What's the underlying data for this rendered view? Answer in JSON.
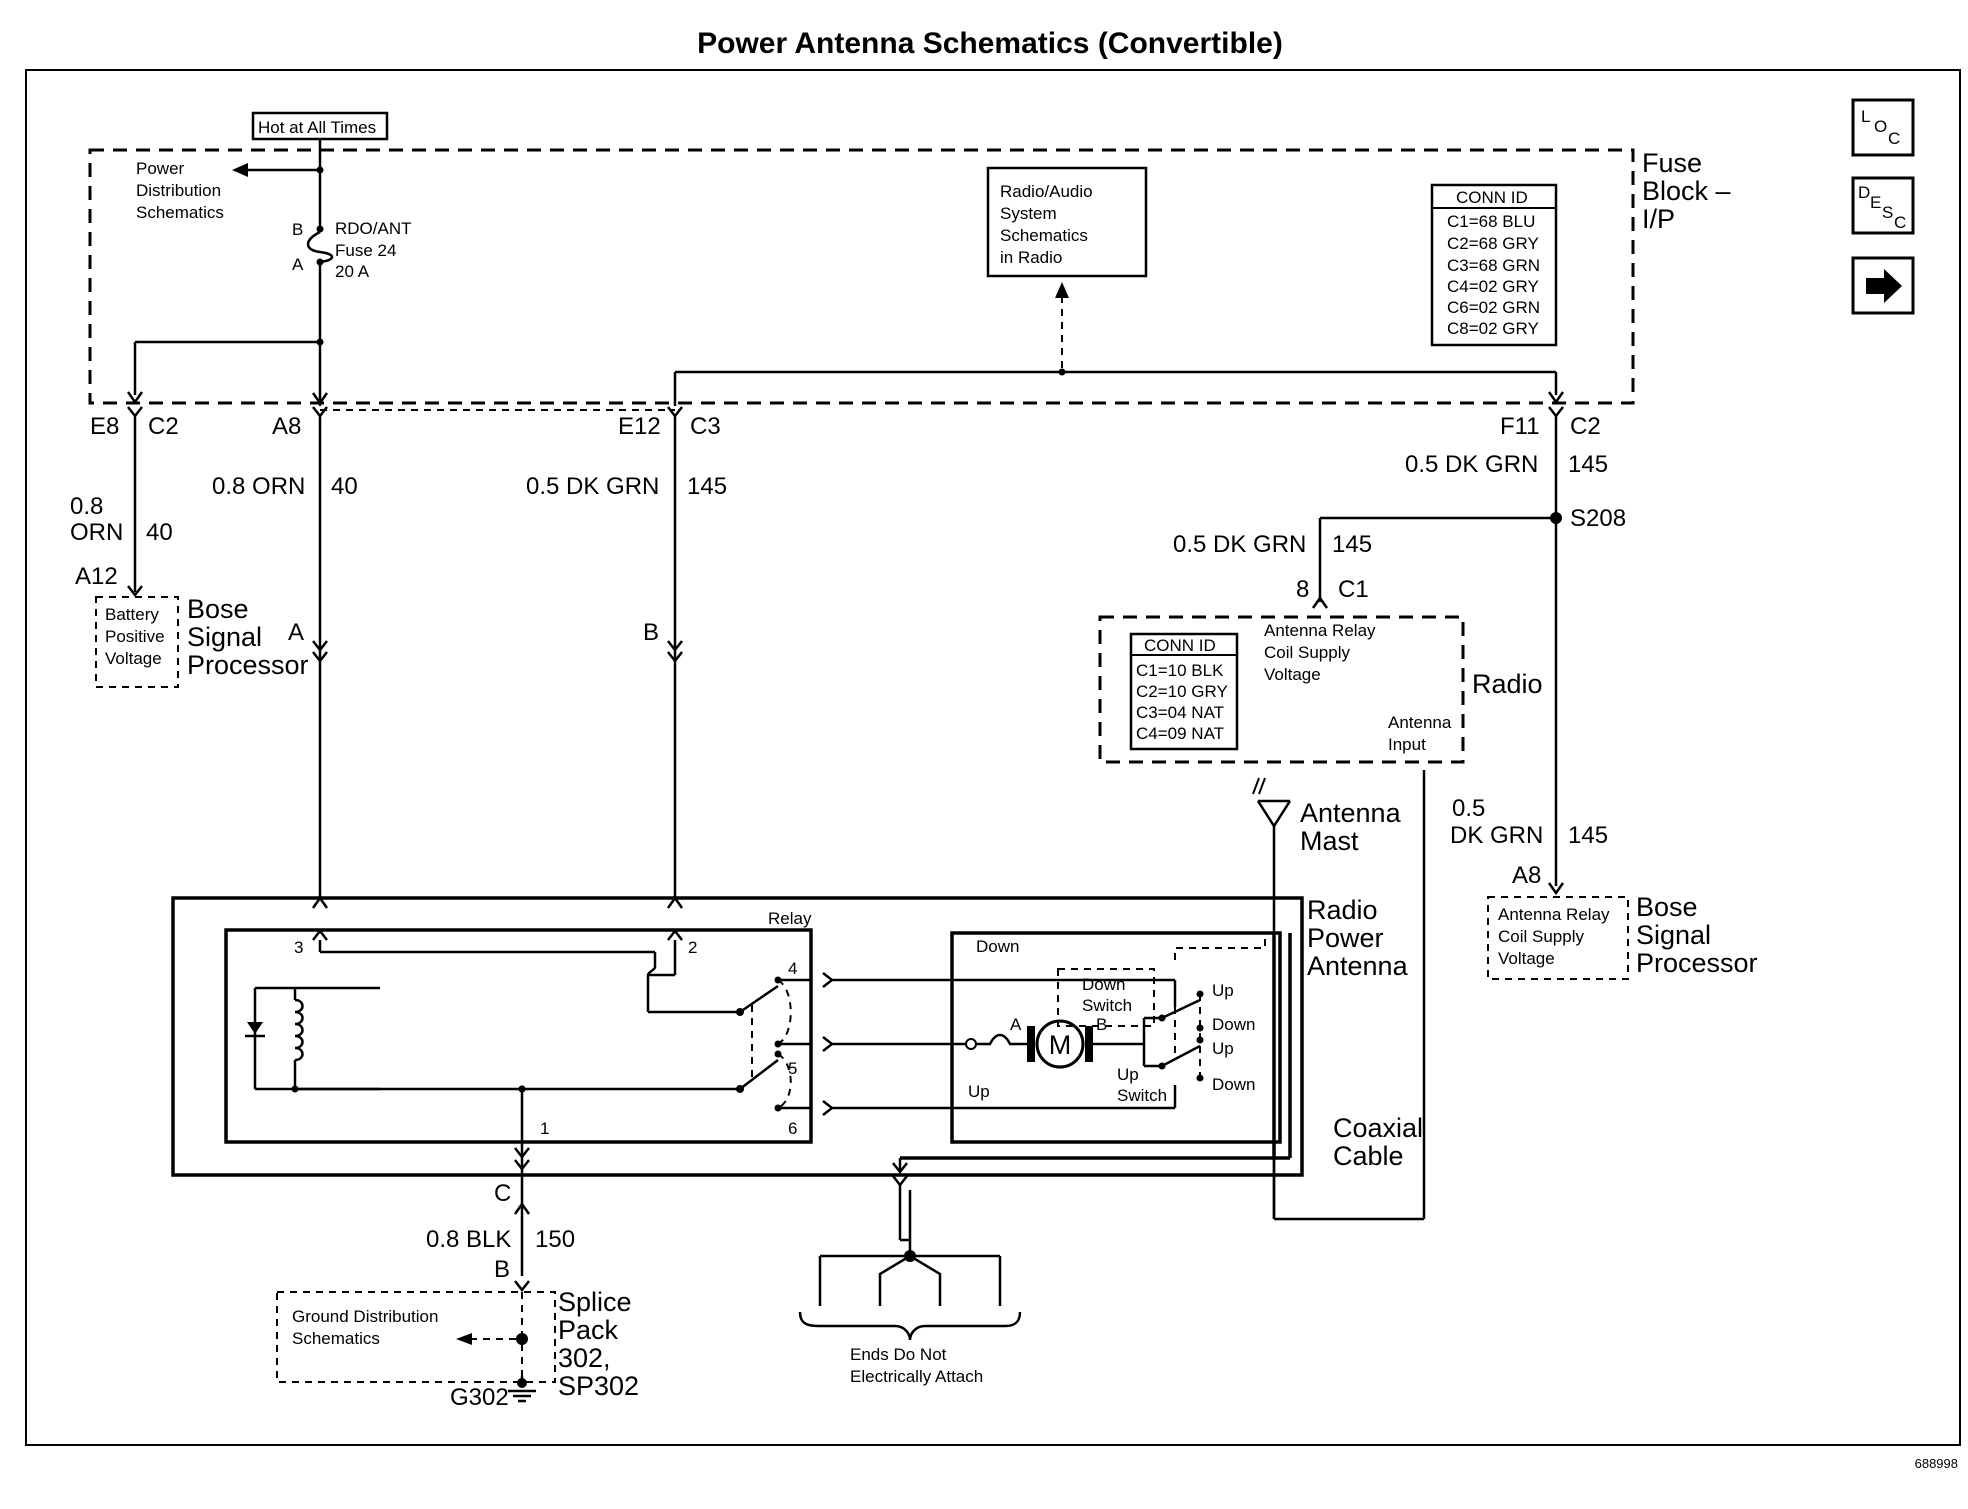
{
  "title": "Power Antenna Schematics (Convertible)",
  "figure_id": "688998",
  "nav_buttons": {
    "loc": [
      "L",
      "O",
      "C"
    ],
    "desc": [
      "D",
      "E",
      "S",
      "C"
    ]
  },
  "fuse_block": {
    "hot_label": "Hot at All Times",
    "name": [
      "Fuse",
      "Block –",
      "I/P"
    ],
    "power_dist": [
      "Power",
      "Distribution",
      "Schematics"
    ],
    "fuse": [
      "RDO/ANT",
      "Fuse 24",
      "20 A"
    ],
    "fuse_pin_b": "B",
    "fuse_pin_a": "A",
    "radio_ref": [
      "Radio/Audio",
      "System",
      "Schematics",
      "in Radio"
    ],
    "conn_id_title": "CONN ID",
    "conn_ids": [
      "C1=68 BLU",
      "C2=68 GRY",
      "C3=68 GRN",
      "C4=02 GRY",
      "C6=02 GRN",
      "C8=02 GRY"
    ]
  },
  "connectors": {
    "e8": "E8",
    "c2a": "C2",
    "a8": "A8",
    "e12": "E12",
    "c3": "C3",
    "f11": "F11",
    "c2b": "C2",
    "c1_pin": "8",
    "c1": "C1",
    "splice": "S208",
    "a12": "A12",
    "a8_bose": "A8"
  },
  "wires": {
    "orn40_left_size": "0.8",
    "orn40_left_color": "ORN",
    "orn40_left_num": "40",
    "orn40_mid": "0.8 ORN",
    "orn40_mid_num": "40",
    "dkgrn_mid": "0.5 DK GRN",
    "dkgrn_mid_num": "145",
    "dkgrn_right": "0.5 DK GRN",
    "dkgrn_right_num": "145",
    "dkgrn_radio": "0.5 DK GRN",
    "dkgrn_radio_num": "145",
    "dkgrn_bose_size": "0.5",
    "dkgrn_bose_color": "DK GRN",
    "dkgrn_bose_num": "145",
    "blk": "0.8 BLK",
    "blk_num": "150"
  },
  "bose_left": {
    "box": [
      "Battery",
      "Positive",
      "Voltage"
    ],
    "name": [
      "Bose",
      "Signal",
      "Processor"
    ],
    "pin_a": "A",
    "pin_b": "B"
  },
  "radio": {
    "name": "Radio",
    "conn_id_title": "CONN ID",
    "conn_ids": [
      "C1=10 BLK",
      "C2=10 GRY",
      "C3=04 NAT",
      "C4=09 NAT"
    ],
    "relay_coil": [
      "Antenna Relay",
      "Coil Supply",
      "Voltage"
    ],
    "antenna_input": [
      "Antenna",
      "Input"
    ]
  },
  "antenna_mast": [
    "Antenna",
    "Mast"
  ],
  "bose_right": {
    "box": [
      "Antenna Relay",
      "Coil Supply",
      "Voltage"
    ],
    "name": [
      "Bose",
      "Signal",
      "Processor"
    ]
  },
  "power_antenna": {
    "name": [
      "Radio",
      "Power",
      "Antenna"
    ],
    "relay": "Relay",
    "pins": [
      "3",
      "2",
      "4",
      "5",
      "6",
      "1"
    ],
    "motor": "M",
    "motor_a": "A",
    "motor_b": "B",
    "down": "Down",
    "up": "Up",
    "down_switch": [
      "Down",
      "Switch"
    ],
    "up_switch": [
      "Up",
      "Switch"
    ],
    "sw_labels": [
      "Up",
      "Down",
      "Up",
      "Down"
    ]
  },
  "coax": [
    "Coaxial",
    "Cable"
  ],
  "ends_note": [
    "Ends Do Not",
    "Electrically Attach"
  ],
  "ground": {
    "conn_c": "C",
    "conn_b": "B",
    "box": [
      "Ground Distribution",
      "Schematics"
    ],
    "splice": [
      "Splice",
      "Pack",
      "302,",
      "SP302"
    ],
    "g": "G302"
  }
}
